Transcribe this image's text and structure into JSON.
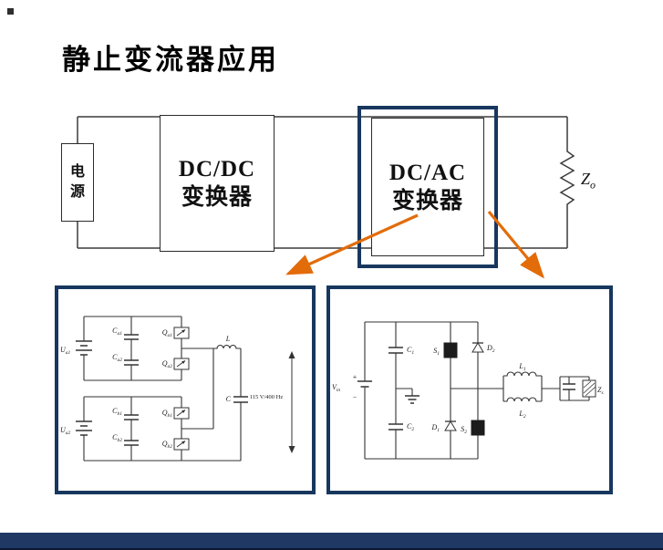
{
  "colors": {
    "highlight_border": "#17375E",
    "arrow_orange": "#E36C0A",
    "footer_bar": "#1F3864",
    "wire": "#3c3c3c"
  },
  "slide": {
    "title": "静止变流器应用"
  },
  "block_diagram": {
    "source": "电源",
    "dcdc": {
      "line1": "DC/DC",
      "line2": "变换器"
    },
    "dcac": {
      "line1": "DC/AC",
      "line2": "变换器"
    },
    "load": {
      "main": "Z",
      "sub": "o"
    }
  },
  "left_circuit": {
    "u1": {
      "main": "U",
      "sub": "a1"
    },
    "u2": {
      "main": "U",
      "sub": "a2"
    },
    "ca1": {
      "main": "C",
      "sub": "a1"
    },
    "ca2": {
      "main": "C",
      "sub": "a2"
    },
    "cb1": {
      "main": "C",
      "sub": "b1"
    },
    "cb2": {
      "main": "C",
      "sub": "b2"
    },
    "qa1": {
      "main": "Q",
      "sub": "a1"
    },
    "qa2": {
      "main": "Q",
      "sub": "a2"
    },
    "qb1": {
      "main": "Q",
      "sub": "b1"
    },
    "qb2": {
      "main": "Q",
      "sub": "b2"
    },
    "inductor": "L",
    "capacitor": "C",
    "output": "115 V/400 Hz"
  },
  "right_circuit": {
    "vin": {
      "main": "V",
      "sub": "in"
    },
    "plus": "+",
    "minus": "−",
    "c1": {
      "main": "C",
      "sub": "1"
    },
    "c2": {
      "main": "C",
      "sub": "2"
    },
    "s1": {
      "main": "S",
      "sub": "1"
    },
    "s2": {
      "main": "S",
      "sub": "2"
    },
    "d1": {
      "main": "D",
      "sub": "1"
    },
    "d2": {
      "main": "D",
      "sub": "2"
    },
    "l1": {
      "main": "L",
      "sub": "1"
    },
    "l2": {
      "main": "L",
      "sub": "2"
    },
    "zs": {
      "main": "Z",
      "sub": "s"
    }
  }
}
